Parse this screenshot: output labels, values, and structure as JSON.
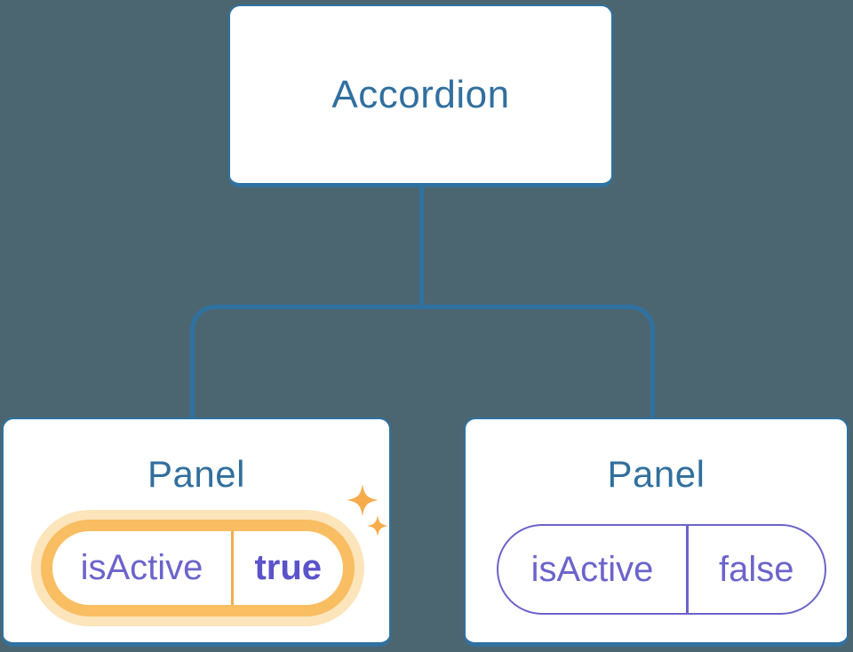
{
  "diagram": {
    "type": "component-state-tree",
    "background_color": "#4c6671",
    "colors": {
      "node_fill": "#ffffff",
      "node_border_blue": "#2f72a1",
      "node_text_blue": "#316f9e",
      "connector_blue": "#2f72a1",
      "state_text_purple": "#6b64cb",
      "state_value_bold_purple": "#5a53c9",
      "inactive_pill_border_purple": "#6b64c8",
      "highlight_ring_orange": "#f9bd62",
      "highlight_halo_cream": "#fce4bb",
      "highlight_divider_orange": "#f3aa4e",
      "sparkle_orange": "#f6ac4a"
    },
    "root_node": {
      "label": "Accordion"
    },
    "child_nodes": [
      {
        "title": "Panel",
        "state_key": "isActive",
        "state_value": "true",
        "highlighted": true,
        "sparkles": true
      },
      {
        "title": "Panel",
        "state_key": "isActive",
        "state_value": "false",
        "highlighted": false,
        "sparkles": false
      }
    ]
  }
}
